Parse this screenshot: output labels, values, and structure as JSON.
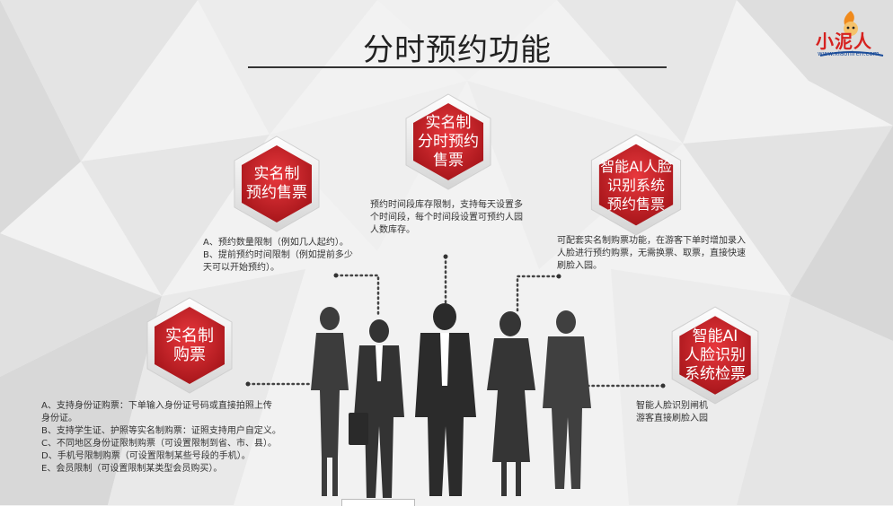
{
  "title": "分时预约功能",
  "logo": {
    "name": "小泥人",
    "url": "www.xiaoniren.com"
  },
  "badges": [
    {
      "label": "实名制\n预约售票",
      "desc": "A、预约数量限制（例如几人起约）。\nB、提前预约时间限制（例如提前多少\n天可以开始预约）。"
    },
    {
      "label": "实名制\n分时预约\n售票",
      "desc": "预约时间段库存限制，支持每天设置多\n个时间段，每个时间段设置可预约人园\n人数库存。"
    },
    {
      "label": "智能AI人脸\n识别系统\n预约售票",
      "desc": "可配套实名制购票功能，在游客下单时增加录入\n人脸进行预约购票，无需换票、取票，直接快速\n刷脸入园。"
    },
    {
      "label": "实名制\n购票",
      "desc": "A、支持身份证购票：下单输入身份证号码或直接拍照上传\n身份证。\nB、支持学生证、护照等实名制购票：证照支持用户自定义。\nC、不同地区身份证限制购票（可设置限制到省、市、县）。\nD、手机号限制购票（可设置限制某些号段的手机）。\nE、会员限制（可设置限制某类型会员购买）。"
    },
    {
      "label": "智能AI\n人脸识别\n系统检票",
      "desc": "智能人脸识别闸机\n游客直接刷脸入园"
    }
  ],
  "colors": {
    "badge_red": "#d9252b",
    "badge_dark": "#a8161b",
    "text": "#333333"
  }
}
